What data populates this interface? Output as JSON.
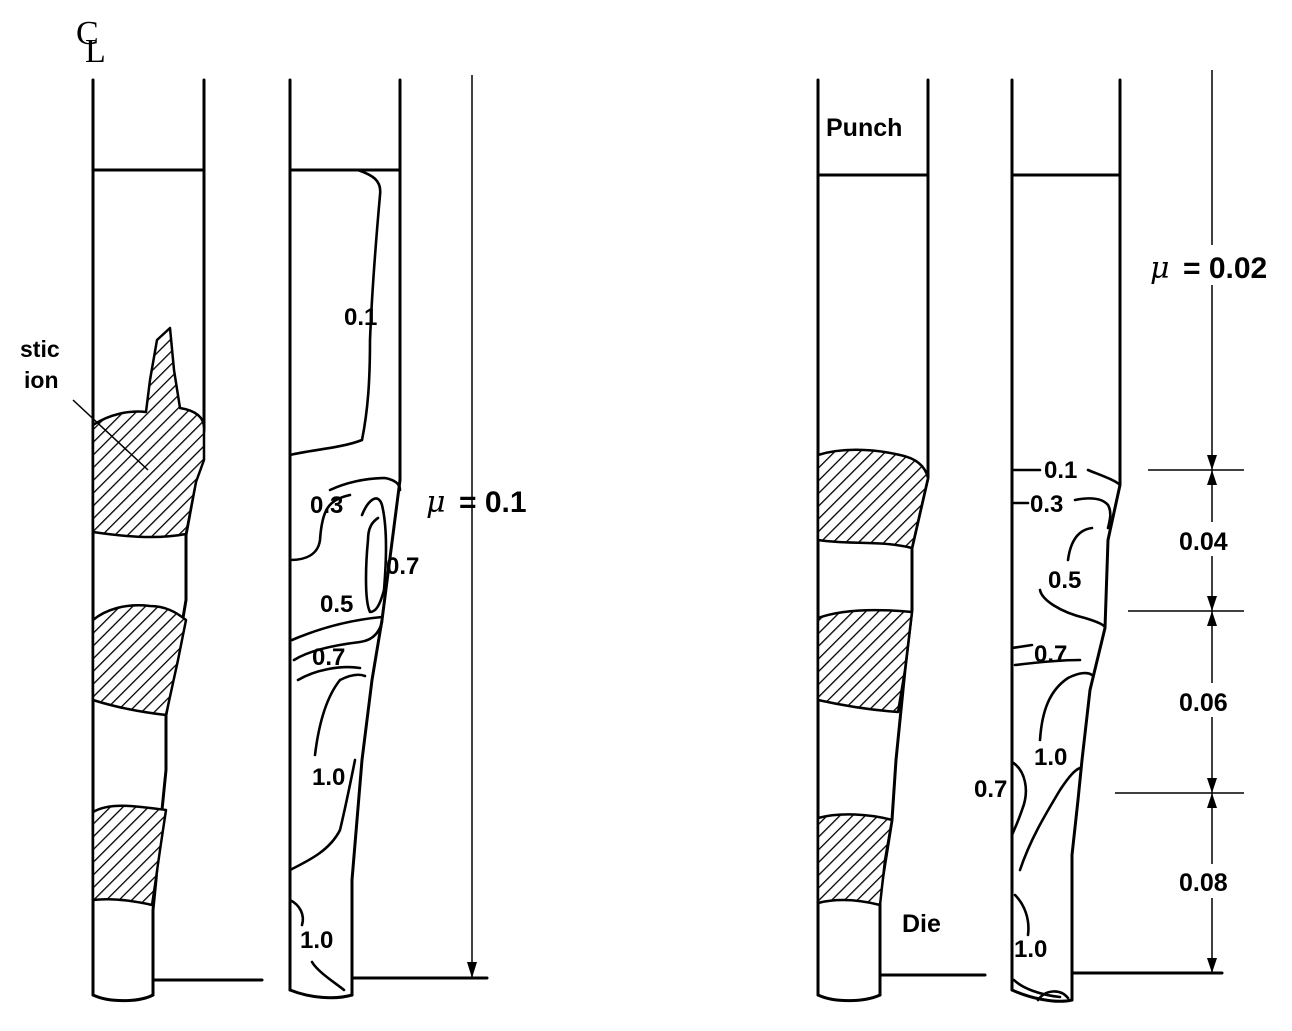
{
  "centerline_symbol": "CL",
  "left_case": {
    "mu_symbol": "μ",
    "mu_value": "= 0.1",
    "plastic_region_label_line1": "stic",
    "plastic_region_label_line2": "ion",
    "contour_labels": [
      "0.1",
      "0.3",
      "0.7",
      "0.5",
      "0.7",
      "1.0",
      "1.0"
    ]
  },
  "right_case": {
    "punch_label": "Punch",
    "die_label": "Die",
    "mu_symbol": "μ",
    "mu_value": "= 0.02",
    "contour_labels": [
      "0.1",
      "0.3",
      "0.5",
      "0.7",
      "1.0",
      "0.7",
      "1.0"
    ],
    "dimension_labels": [
      "0.04",
      "0.06",
      "0.08"
    ]
  }
}
